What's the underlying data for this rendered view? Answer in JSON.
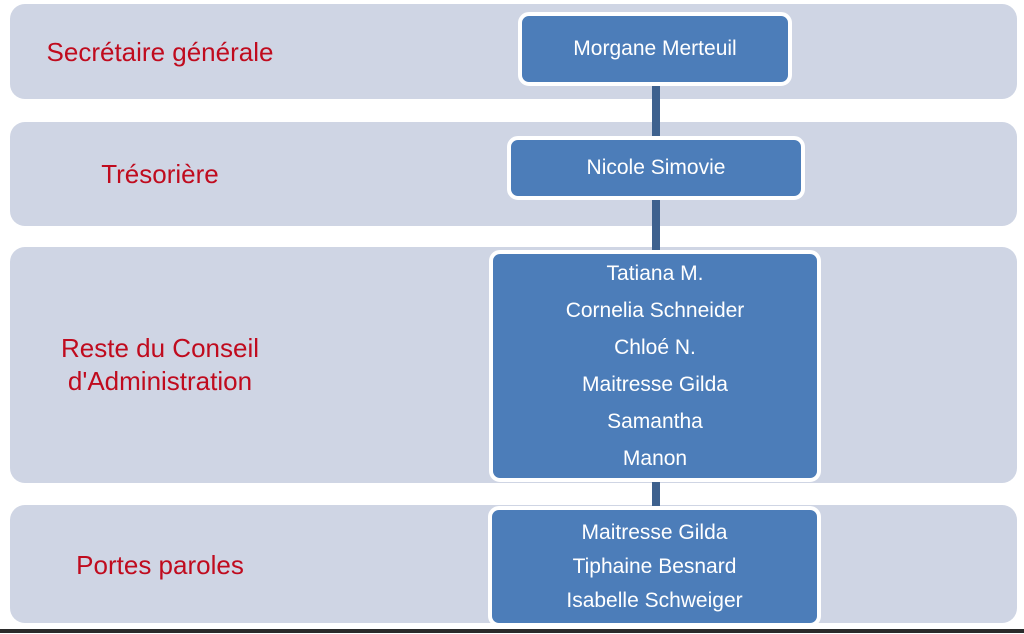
{
  "diagram": {
    "type": "org-chart",
    "colors": {
      "band": "#cfd5e4",
      "node_fill": "#4c7db9",
      "node_border": "#ffffff",
      "connector": "#3e618e",
      "label_text": "#c00b1e",
      "node_text": "#ffffff",
      "bottom_rule": "#2b2b2b"
    },
    "rows": [
      {
        "label": "Secrétaire générale",
        "members": [
          "Morgane Merteuil"
        ]
      },
      {
        "label": "Trésorière",
        "members": [
          "Nicole Simovie"
        ]
      },
      {
        "label": "Reste du Conseil d'Administration",
        "members": [
          "Tatiana M.",
          "Cornelia Schneider",
          "Chloé N.",
          "Maitresse Gilda",
          "Samantha",
          "Manon"
        ]
      },
      {
        "label": "Portes paroles",
        "members": [
          "Maitresse Gilda",
          "Tiphaine Besnard",
          "Isabelle Schweiger"
        ]
      }
    ]
  }
}
